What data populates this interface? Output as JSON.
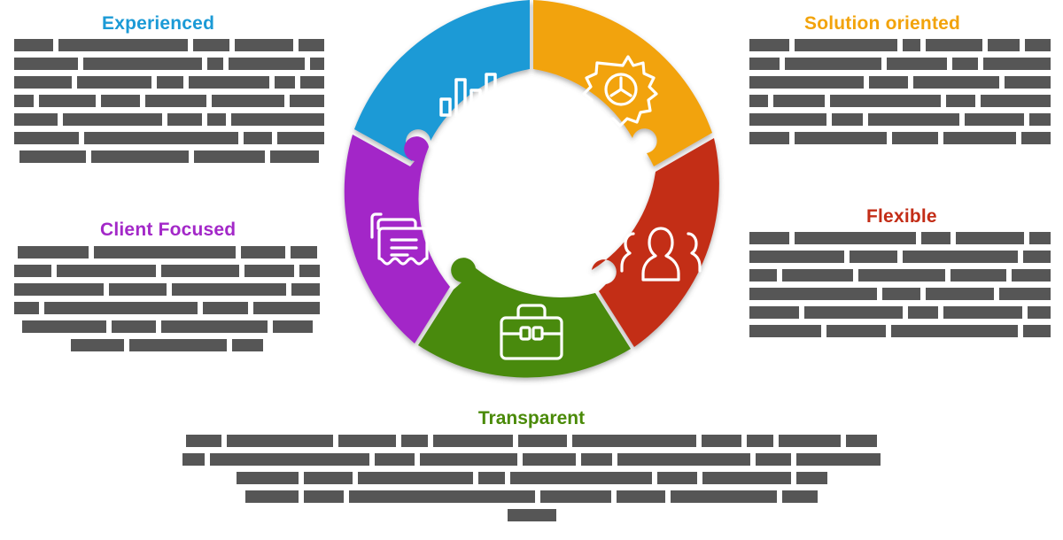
{
  "page": {
    "type": "infographic",
    "layout": "five-segment puzzle donut with four side text blocks and one bottom text block",
    "background_color": "#ffffff",
    "redacted_text_color": "#565656"
  },
  "palette": {
    "experienced_blue": "#1B9AD6",
    "solution_orange": "#F2A30B",
    "flexible_red": "#C32D17",
    "transparent_green": "#4A8A08",
    "client_purple": "#A328C8",
    "body_text": "#565656",
    "icon_stroke": "#ffffff"
  },
  "sections": {
    "experienced": {
      "heading": "Experienced",
      "color": "#1B9AD6",
      "icon": "bar-chart-icon",
      "body_redacted": true,
      "body_lines": [
        [
          60,
          200,
          55,
          90,
          40
        ],
        [
          135,
          250,
          35,
          160,
          30
        ],
        [
          85,
          110,
          40,
          120,
          30,
          35
        ],
        [
          25,
          75,
          50,
          80,
          95,
          45
        ],
        [
          70,
          160,
          55,
          30,
          150
        ],
        [
          90,
          215,
          40,
          65
        ],
        [
          75,
          110,
          80,
          55
        ]
      ]
    },
    "solution_oriented": {
      "heading": "Solution oriented",
      "color": "#F2A30B",
      "icon": "gear-wheel-icon",
      "body_redacted": true,
      "body_lines": [
        [
          70,
          180,
          30,
          100,
          55,
          45
        ],
        [
          40,
          130,
          80,
          35,
          90
        ],
        [
          160,
          55,
          120,
          65
        ],
        [
          25,
          70,
          150,
          40,
          95
        ],
        [
          110,
          45,
          130,
          85,
          30
        ],
        [
          60,
          140,
          70,
          110,
          45
        ]
      ]
    },
    "client_focused": {
      "heading": "Client Focused",
      "color": "#A328C8",
      "icon": "documents-icon",
      "body_redacted": true,
      "body_lines": [
        [
          80,
          160,
          50,
          30
        ],
        [
          45,
          120,
          95,
          60,
          25
        ],
        [
          110,
          70,
          140,
          35
        ],
        [
          30,
          185,
          55,
          80
        ],
        [
          95,
          50,
          120,
          45
        ],
        [
          60,
          110,
          35
        ]
      ]
    },
    "flexible": {
      "heading": "Flexible",
      "color": "#C32D17",
      "icon": "group-people-icon",
      "body_redacted": true,
      "body_lines": [
        [
          55,
          170,
          40,
          95,
          30
        ],
        [
          120,
          60,
          145,
          35
        ],
        [
          35,
          90,
          110,
          70,
          50
        ],
        [
          150,
          45,
          80,
          60
        ],
        [
          65,
          130,
          40,
          105,
          30
        ],
        [
          90,
          75,
          160,
          35
        ]
      ]
    },
    "transparent": {
      "heading": "Transparent",
      "color": "#4A8A08",
      "icon": "briefcase-icon",
      "body_redacted": true,
      "body_lines": [
        [
          40,
          120,
          65,
          30,
          90,
          55,
          140,
          45,
          30,
          70,
          35
        ],
        [
          25,
          180,
          45,
          110,
          60,
          35,
          150,
          40,
          95
        ],
        [
          70,
          55,
          130,
          30,
          160,
          45,
          100,
          35
        ],
        [
          60,
          45,
          210,
          80,
          55,
          120,
          40
        ],
        [
          55
        ]
      ]
    }
  },
  "wheel": {
    "center_hole": "white",
    "segments": [
      {
        "name": "experienced",
        "color": "#1B9AD6",
        "icon": "bar-chart-icon",
        "position": "top-left"
      },
      {
        "name": "solution_oriented",
        "color": "#F2A30B",
        "icon": "gear-wheel-icon",
        "position": "top-right"
      },
      {
        "name": "flexible",
        "color": "#C32D17",
        "icon": "group-people-icon",
        "position": "right"
      },
      {
        "name": "transparent",
        "color": "#4A8A08",
        "icon": "briefcase-icon",
        "position": "bottom"
      },
      {
        "name": "client_focused",
        "color": "#A328C8",
        "icon": "documents-icon",
        "position": "left"
      }
    ]
  }
}
